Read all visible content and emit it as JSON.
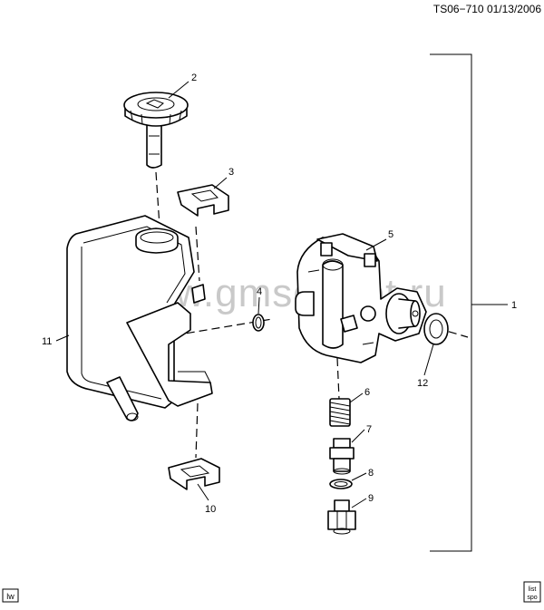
{
  "header": {
    "code": "TS06−710",
    "date": "01/13/2006"
  },
  "watermark": "www.gmsdepot.ru",
  "callouts": {
    "c1": "1",
    "c2": "2",
    "c3": "3",
    "c4": "4",
    "c5": "5",
    "c6": "6",
    "c7": "7",
    "c8": "8",
    "c9": "9",
    "c10": "10",
    "c11": "11",
    "c12": "12"
  },
  "corner_labels": {
    "bottom_left": "lw",
    "bottom_right_top": "list",
    "bottom_right_bottom": "spo"
  },
  "colors": {
    "line": "#000000",
    "background": "#ffffff",
    "watermark": "#c9c9c9"
  }
}
